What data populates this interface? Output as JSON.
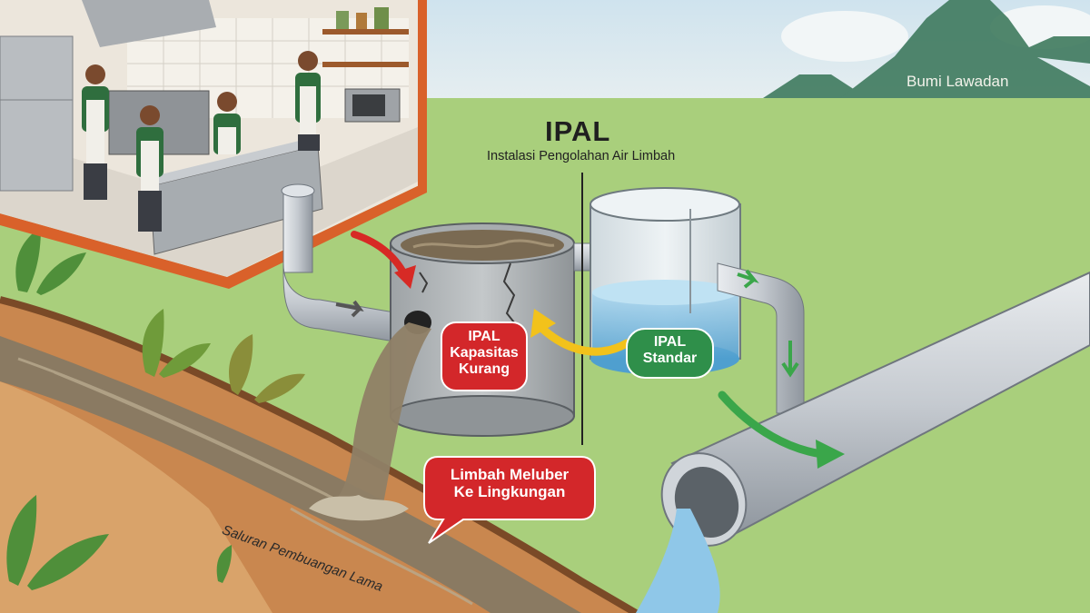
{
  "diagram": {
    "title": "IPAL",
    "subtitle": "Instalasi Pengolahan Air Limbah",
    "background_label": "Bumi Lawadan",
    "tank_left_label": "IPAL\nKapasitas\nKurang",
    "tank_right_label": "IPAL\nStandar",
    "overflow_label": "Limbah Meluber\nKe Lingkungan",
    "drain_label": "Saluran Pembuangan Lama"
  },
  "colors": {
    "grass": "#a9cf7c",
    "sky": "#cfe3ee",
    "kitchen_wall": "#d9612a",
    "label_red": "#d3272a",
    "label_green": "#2f8f4a",
    "arrow_yellow": "#f2c21b",
    "arrow_red": "#d72a25",
    "arrow_green": "#3aa64a",
    "dirty_water": "#8a7a62",
    "clean_water": "#8fc7e8",
    "pipe": "#c3c8cf",
    "silhouette": "#3f7a5e"
  },
  "icons": [
    "red-arrow-icon",
    "yellow-arrow-icon",
    "green-arrow-icon",
    "crack-icon"
  ]
}
